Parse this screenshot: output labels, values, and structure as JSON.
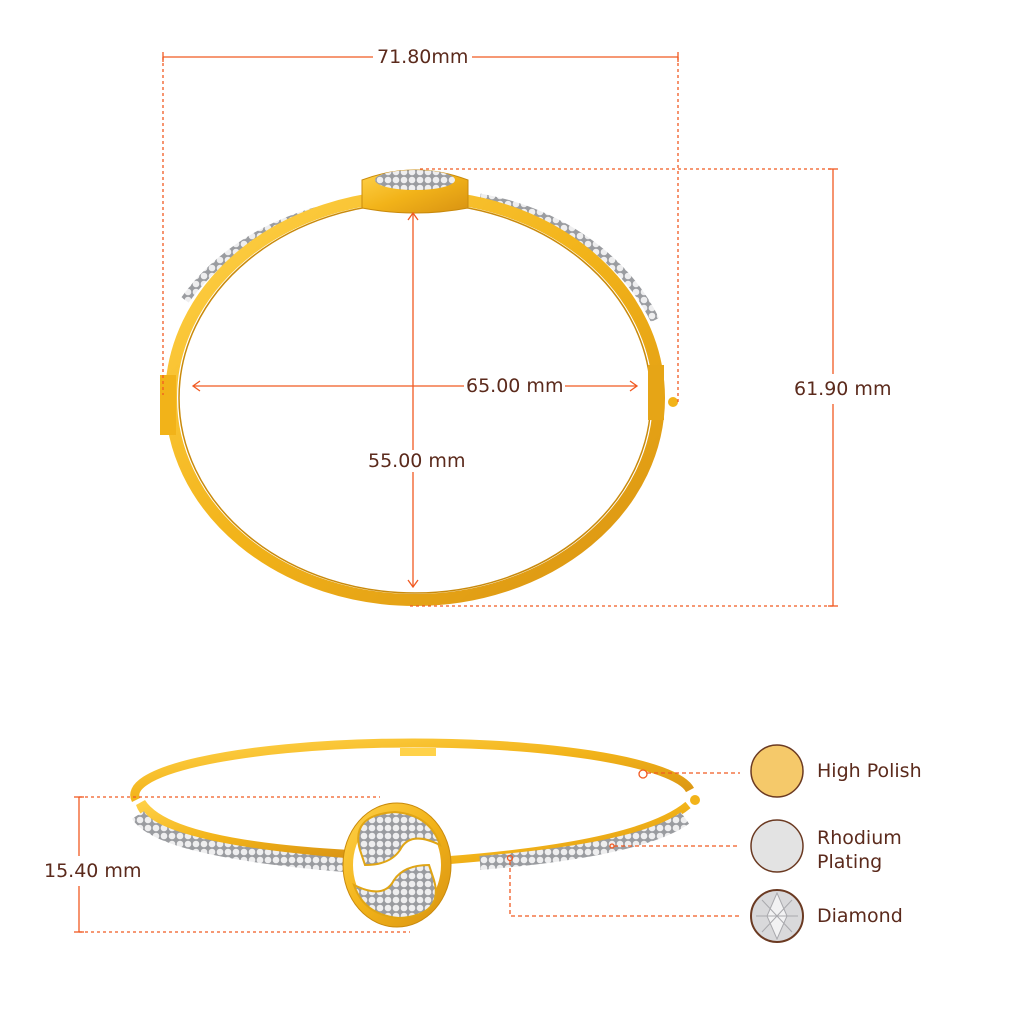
{
  "dimensions": {
    "outer_width": "71.80mm",
    "outer_height": "61.90 mm",
    "inner_width": "65.00 mm",
    "inner_height": "55.00 mm",
    "band_height": "15.40 mm"
  },
  "legend": [
    {
      "label": "High Polish",
      "swatch_color": "#f5c96a"
    },
    {
      "label": "Rhodium Plating",
      "swatch_color": "#e3e3e3"
    },
    {
      "label": "Diamond",
      "swatch_color": "#d8d8d8"
    }
  ],
  "colors": {
    "dimension_line": "#f15a22",
    "text": "#5b2a1c",
    "gold": "#f2b319",
    "gold_dark": "#c98a0c",
    "diamond": "#cfd0d2",
    "swatch_border": "#6b3a22"
  }
}
